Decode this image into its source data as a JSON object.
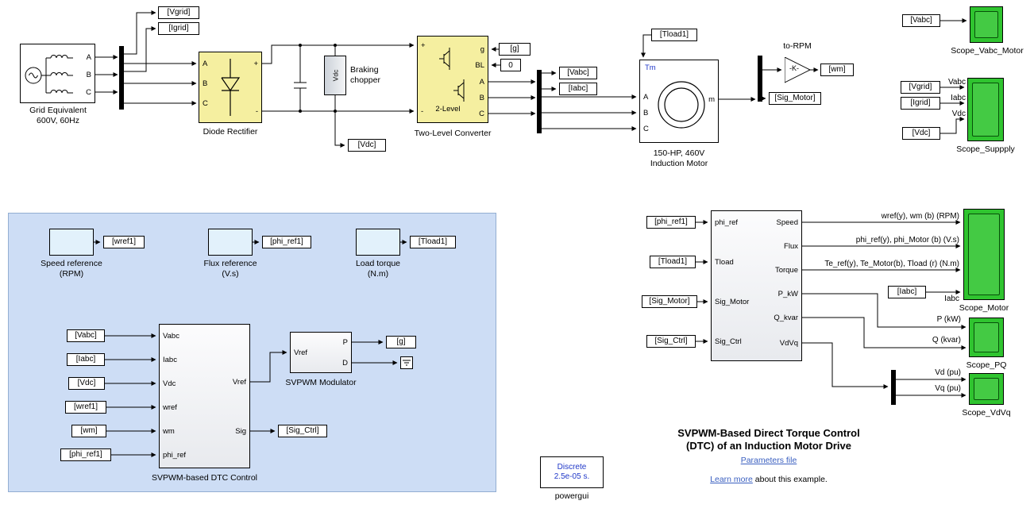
{
  "colors": {
    "yellow": "#f5efa0",
    "green": "#2fc42f",
    "blue_area": "#cdddf5",
    "link": "#3a5fc0",
    "powergui_text": "#2038c8",
    "tm_blue": "#2038c8"
  },
  "power": {
    "vgrid_goto": "[Vgrid]",
    "igrid_goto": "[Igrid]",
    "grid_label": "Grid Equivalent\n600V, 60Hz",
    "grid_ports": {
      "a": "A",
      "b": "B",
      "c": "C"
    },
    "rectifier_label": "Diode Rectifier",
    "rectifier_ports": {
      "a": "A",
      "b": "B",
      "c": "C",
      "plus": "+",
      "minus": "-"
    },
    "chopper_label": "Braking\nchopper",
    "chopper_text": "Vdc",
    "vdc_goto": "[Vdc]",
    "converter_label": "Two-Level Converter",
    "converter_inner": "2-Level",
    "converter_ports": {
      "plus": "+",
      "minus": "-",
      "g": "g",
      "bl": "BL",
      "a": "A",
      "b": "B",
      "c": "C"
    },
    "g_from": "[g]",
    "zero": "0",
    "vabc_goto": "[Vabc]",
    "iabc_goto": "[Iabc]",
    "tload_from": "[Tload1]",
    "motor_label": "150-HP, 460V\nInduction Motor",
    "motor_ports": {
      "tm": "Tm",
      "m": "m",
      "a": "A",
      "b": "B",
      "c": "C"
    },
    "gain_label": "to-RPM",
    "gain_value": "-K-",
    "wm_goto": "[wm]",
    "sig_motor_goto": "[Sig_Motor]"
  },
  "top_scopes": {
    "vabc_from": "[Vabc]",
    "scope_vabc_motor_label": "Scope_Vabc_Motor",
    "vgrid_from": "[Vgrid]",
    "igrid_from": "[Igrid]",
    "vdc_from": "[Vdc]",
    "sig_vabc": "Vabc",
    "sig_iabc": "Iabc",
    "sig_vdc": "Vdc",
    "scope_supply_label": "Scope_Suppply"
  },
  "control": {
    "speed_ref_label": "Speed reference\n(RPM)",
    "wref_goto": "[wref1]",
    "flux_ref_label": "Flux reference\n(V.s)",
    "phi_ref_goto": "[phi_ref1]",
    "load_torque_label": "Load torque\n(N.m)",
    "tload_goto": "[Tload1]",
    "from_vabc": "[Vabc]",
    "from_iabc": "[Iabc]",
    "from_vdc": "[Vdc]",
    "from_wref": "[wref1]",
    "from_wm": "[wm]",
    "from_phi_ref": "[phi_ref1]",
    "dtc_label": "SVPWM-based DTC Control",
    "dtc_in": [
      "Vabc",
      "Iabc",
      "Vdc",
      "wref",
      "wm",
      "phi_ref"
    ],
    "dtc_out": [
      "Vref",
      "Sig"
    ],
    "mod_label": "SVPWM Modulator",
    "mod_in": "Vref",
    "mod_out_p": "P",
    "mod_out_d": "D",
    "g_goto": "[g]",
    "sig_ctrl_goto": "[Sig_Ctrl]"
  },
  "powergui": {
    "text": "Discrete\n2.5e-05 s.",
    "label": "powergui"
  },
  "signals": {
    "from_phi_ref": "[phi_ref1]",
    "from_tload": "[Tload1]",
    "from_sig_motor": "[Sig_Motor]",
    "from_sig_ctrl": "[Sig_Ctrl]",
    "in_ports": [
      "phi_ref",
      "Tload",
      "Sig_Motor",
      "Sig_Ctrl"
    ],
    "out_ports": [
      "Speed",
      "Flux",
      "Torque",
      "P_kW",
      "Q_kvar",
      "VdVq"
    ],
    "sig_speed": "wref(y), wm (b) (RPM)",
    "sig_flux": "phi_ref(y), phi_Motor (b) (V.s)",
    "sig_torque": "Te_ref(y), Te_Motor(b), Tload (r) (N.m)",
    "sig_p": "P (kW)",
    "sig_q": "Q (kvar)",
    "sig_vd": "Vd (pu)",
    "sig_vq": "Vq (pu)",
    "sig_iabc": "Iabc",
    "from_iabc": "[Iabc]",
    "scope_motor_label": "Scope_Motor",
    "scope_pq_label": "Scope_PQ",
    "scope_vdvq_label": "Scope_VdVq"
  },
  "footer": {
    "title": "SVPWM-Based Direct Torque Control\n(DTC) of an Induction Motor Drive",
    "params_link": "Parameters file",
    "learn_link": "Learn more",
    "learn_rest": " about this example."
  }
}
